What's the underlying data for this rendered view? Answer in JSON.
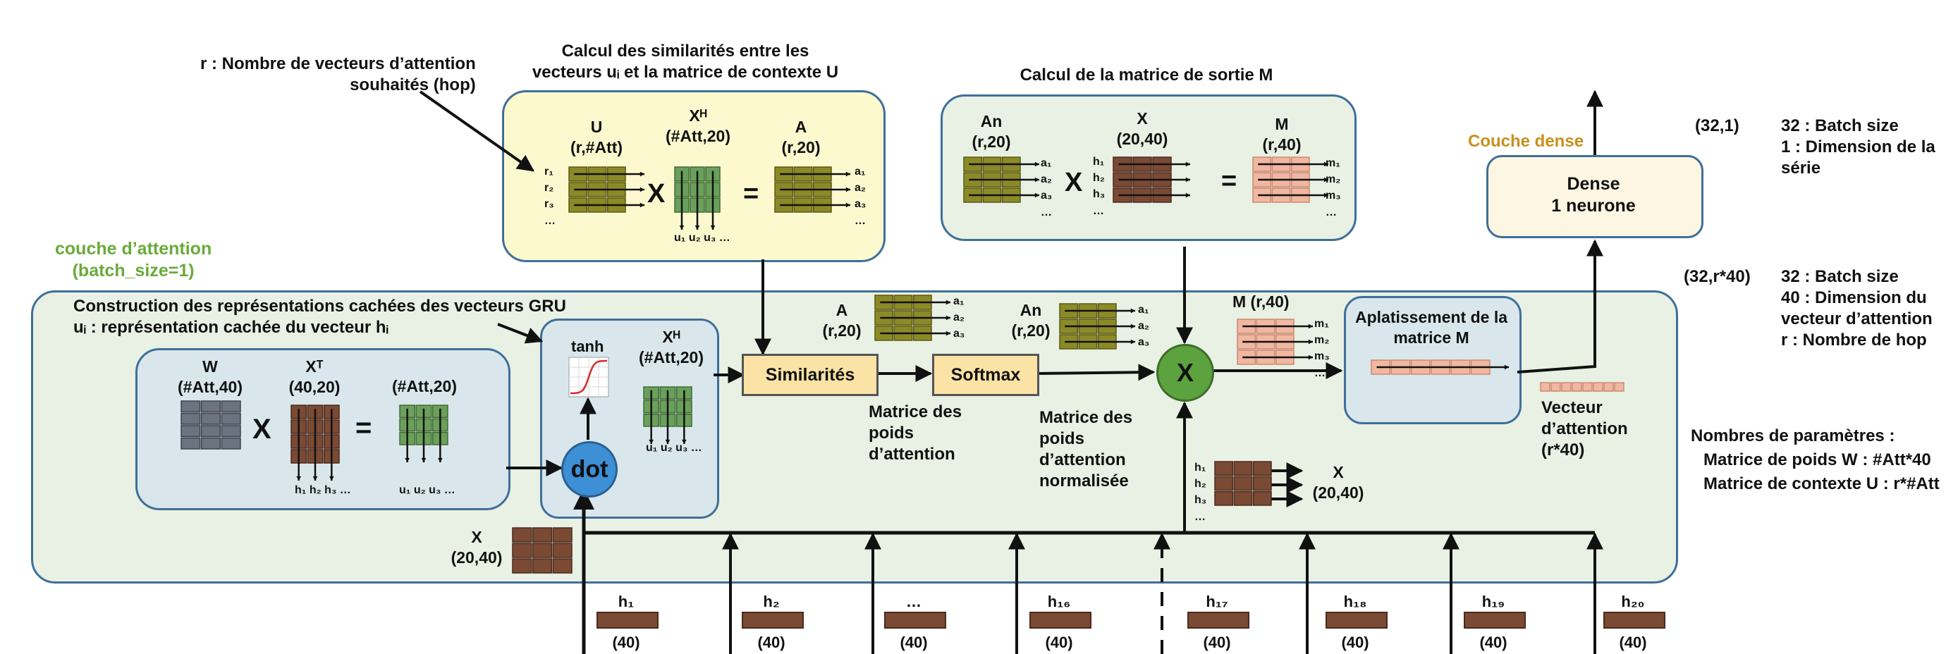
{
  "annotations": {
    "r_note": "r : Nombre de vecteurs d’attention\nsouhaités (hop)",
    "attention_layer": "couche d’attention\n(batch_size=1)",
    "gru_note": "Construction des représentations cachées des vecteurs GRU\nuᵢ : représentation cachée du vecteur hᵢ"
  },
  "similarity_box": {
    "title": "Calcul des similarités entre les\nvecteurs uᵢ et la matrice de contexte U",
    "u_label": "U\n(r,#Att)",
    "xh_label": "Xᴴ\n(#Att,20)",
    "a_label": "A\n(r,20)",
    "r_rows": [
      "r₁",
      "r₂",
      "r₃",
      "…"
    ],
    "a_rows": [
      "a₁",
      "a₂",
      "a₃",
      "…"
    ],
    "u_cols": "u₁ u₂ u₃ …",
    "times": "X",
    "equals": "="
  },
  "output_box": {
    "title": "Calcul de la matrice de sortie M",
    "an_label": "An\n(r,20)",
    "x_label": "X\n(20,40)",
    "m_label": "M\n(r,40)",
    "a_rows": [
      "a₁",
      "a₂",
      "a₃",
      "…"
    ],
    "h_rows": [
      "h₁",
      "h₂",
      "h₃",
      "…"
    ],
    "m_rows": [
      "m₁",
      "m₂",
      "m₃",
      "…"
    ],
    "times": "X",
    "equals": "="
  },
  "dense": {
    "title": "Couche dense",
    "label": "Dense\n1 neurone",
    "shape_out": "(32,1)",
    "shape_out_desc": "32 : Batch size\n1 : Dimension de la\nsérie",
    "shape_in": "(32,r*40)",
    "shape_in_desc": "32 : Batch size\n40 : Dimension du\nvecteur d’attention\nr : Nombre de hop"
  },
  "params": {
    "title": "Nombres de paramètres :",
    "lines": [
      "Matrice de poids W : #Att*40",
      "Matrice de contexte U : r*#Att"
    ]
  },
  "projection_box": {
    "w_label": "W\n(#Att,40)",
    "xt_label": "Xᵀ\n(40,20)",
    "res_label": "(#Att,20)",
    "h_cols": "h₁ h₂ h₃ …",
    "u_cols": "u₁ u₂ u₃ …",
    "times": "X",
    "equals": "="
  },
  "tanh_box": {
    "tanh": "tanh",
    "xh_label": "Xᴴ\n(#Att,20)",
    "u_cols": "u₁ u₂ u₃ …",
    "dot": "dot"
  },
  "flow": {
    "a_label": "A\n(r,20)",
    "an_label": "An\n(r,20)",
    "a_rows": [
      "a₁",
      "a₂",
      "a₃"
    ],
    "similarites": "Similarités",
    "softmax": "Softmax",
    "weights_caption": "Matrice des\npoids\nd’attention",
    "weights_norm_caption": "Matrice des\npoids\nd’attention\nnormalisée",
    "x_op": "X",
    "m_label": "M (r,40)",
    "m_rows": [
      "m₁",
      "m₂",
      "m₃",
      "…"
    ],
    "x_h_rows": [
      "h₁",
      "h₂",
      "h₃",
      "…"
    ],
    "x_label": "X\n(20,40)",
    "flatten": "Aplatissement de la\nmatrice M",
    "vector_caption": "Vecteur\nd’attention\n(r*40)",
    "x_input_label": "X\n(20,40)"
  },
  "inputs": {
    "labels": [
      "h₁",
      "h₂",
      "…",
      "h₁₆",
      "h₁₇",
      "h₁₈",
      "h₁₉",
      "h₂₀"
    ],
    "shape": "(40)"
  },
  "colors": {
    "frame": "#3f6f9a",
    "attention_bg": "#e8f1e3",
    "proj_bg": "#d9e7ec",
    "sim_bg": "#fdf9cf",
    "olive": "#8c8a26",
    "green": "#6aa05a",
    "brown": "#7b4a34",
    "salmon": "#f1b7a0",
    "gray": "#6b7280",
    "pill": "#fbe3a6",
    "dense_bg": "#fdf6e2",
    "x_op": "#5ca23e",
    "dot": "#3d8fd6",
    "dense_title": "#c8901c",
    "attention_title": "#6aaa3a"
  }
}
